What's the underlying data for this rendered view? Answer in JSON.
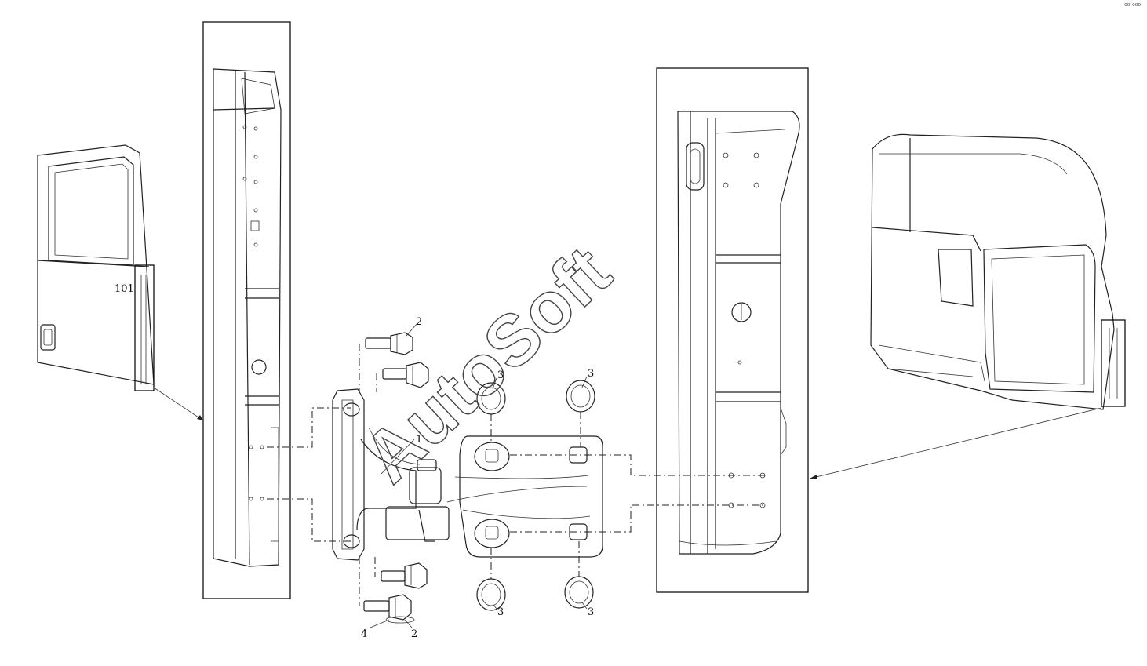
{
  "callouts": {
    "c1": "1",
    "c2_top": "2",
    "c2_bottom": "2",
    "c3_a": "3",
    "c3_b": "3",
    "c3_c": "3",
    "c3_d": "3",
    "c4": "4"
  },
  "door_label": "101",
  "watermark": "AutoSoft",
  "corner_mark": "⁰⁰ ⁰⁰⁰",
  "icons": {
    "door": "door-panel-icon",
    "cab": "cab-body-icon"
  }
}
